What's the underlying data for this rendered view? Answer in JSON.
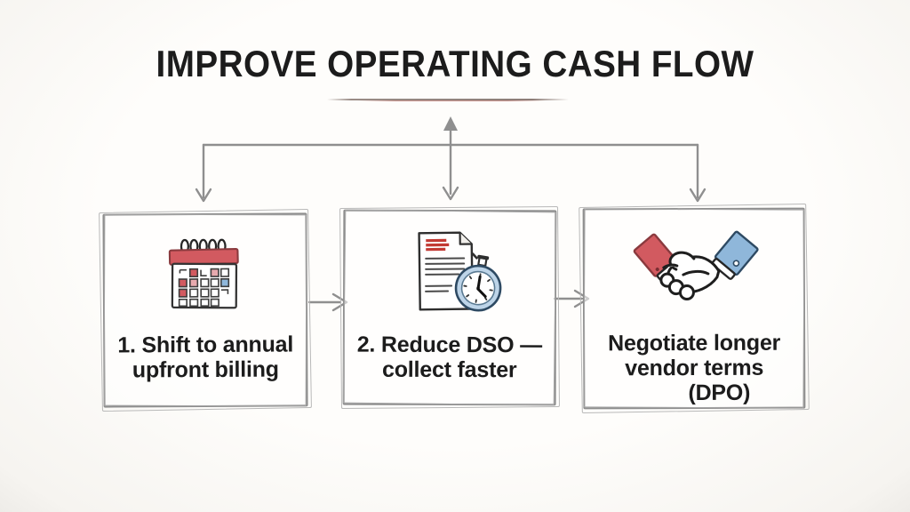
{
  "title": {
    "text": "IMPROVE OPERATING CASH FLOW"
  },
  "steps": [
    {
      "icon": "calendar-icon",
      "line1": "1. Shift to annual",
      "line2": "upfront billing",
      "line3": ""
    },
    {
      "icon": "document-stopwatch-icon",
      "line1": "2. Reduce DSO —",
      "line2": "collect faster",
      "line3": ""
    },
    {
      "icon": "handshake-icon",
      "line1": "Negotiate longer",
      "line2": "vendor terms",
      "line3": "(DPO)"
    }
  ],
  "colors": {
    "accent_red": "#d25a60",
    "accent_red_dark": "#8a3a3e",
    "accent_red_light": "#e7aaae",
    "heading_red": "#c23a34",
    "accent_blue": "#8fb7da",
    "accent_blue_light": "#bdd4e8",
    "accent_blue_dark": "#2e4a63",
    "line_gray": "#8f8f8f",
    "ink": "#262626",
    "text": "#1c1c1c"
  }
}
